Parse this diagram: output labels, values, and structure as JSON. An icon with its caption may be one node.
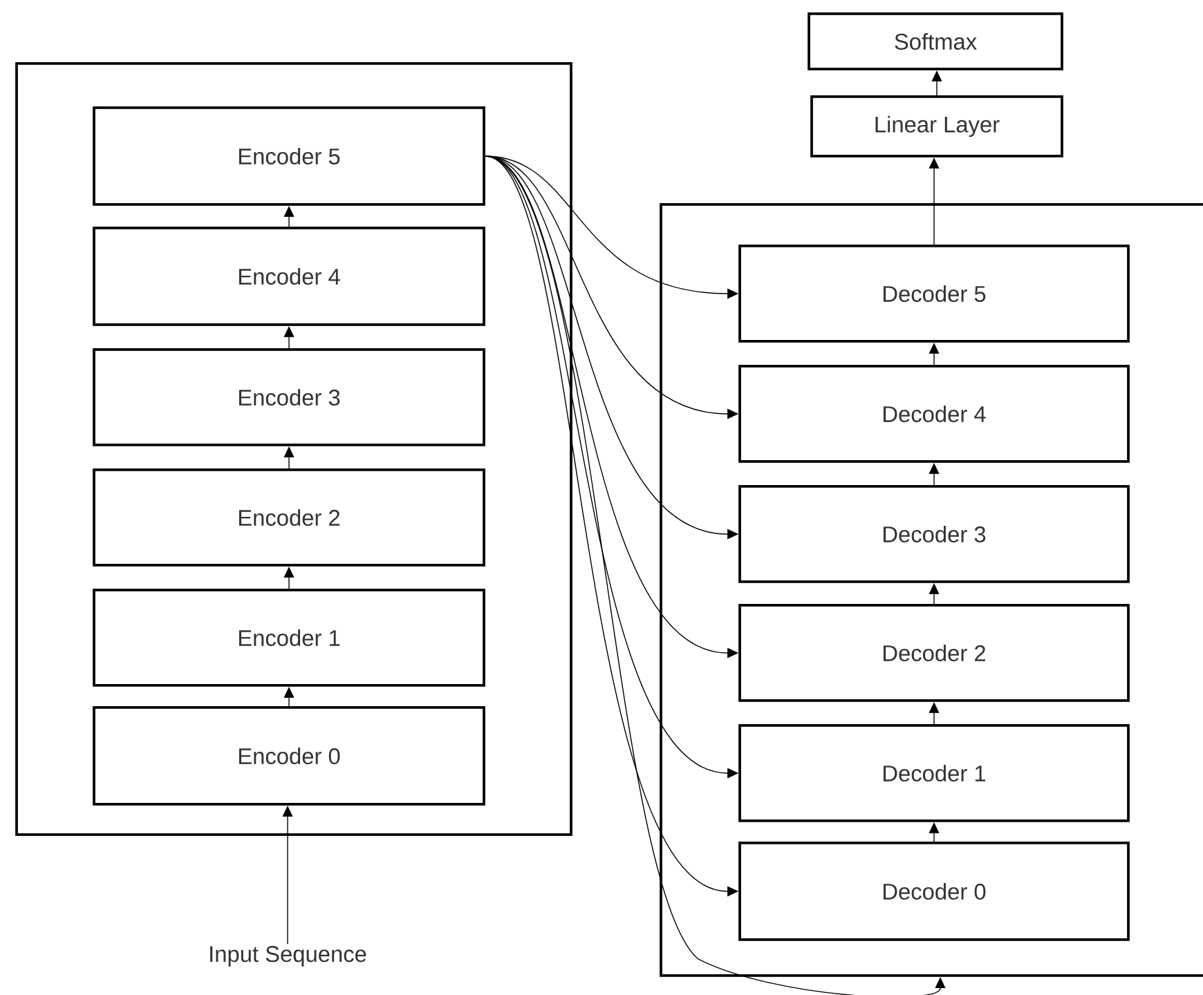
{
  "diagram": {
    "nodes": [
      {
        "text": [],
        "shape": "box"
      },
      {
        "text": [
          "Encoder 5"
        ],
        "in": 0
      },
      {
        "text": [
          "Encoder 4"
        ],
        "in": 0
      },
      {
        "text": [
          "Encoder 3"
        ],
        "in": 0
      },
      {
        "text": [
          "Encoder 2"
        ],
        "in": 0
      },
      {
        "text": [
          "Encoder 1"
        ],
        "in": 0
      },
      {
        "text": [
          "Encoder 0"
        ],
        "in": 0
      },
      {
        "text": [
          "Input Sequence"
        ]
      },
      {
        "text": [
          "Softmax"
        ]
      },
      {
        "text": [
          "Linear Layer"
        ]
      },
      {
        "text": [],
        "shape": "box"
      },
      {
        "text": [
          "Decoder 5"
        ],
        "in": 10
      },
      {
        "text": [
          "Decoder 4"
        ],
        "in": 10
      },
      {
        "text": [
          "Decoder 3"
        ],
        "in": 10
      },
      {
        "text": [
          "Decoder 2"
        ],
        "in": 10
      },
      {
        "text": [
          "Decoder 1"
        ],
        "in": 10
      },
      {
        "text": [
          "Decoder 0"
        ],
        "in": 10
      }
    ],
    "edges": [
      {
        "from": 7,
        "to": 6,
        "arrow": "to"
      },
      {
        "from": 6,
        "to": 5,
        "arrow": "to"
      },
      {
        "from": 5,
        "to": 4,
        "arrow": "to"
      },
      {
        "from": 4,
        "to": 3,
        "arrow": "to"
      },
      {
        "from": 3,
        "to": 2,
        "arrow": "to"
      },
      {
        "from": 2,
        "to": 1,
        "arrow": "to"
      },
      {
        "from": 1,
        "to": 11,
        "arrow": "to"
      },
      {
        "from": 1,
        "to": 12,
        "arrow": "to"
      },
      {
        "from": 1,
        "to": 13,
        "arrow": "to"
      },
      {
        "from": 1,
        "to": 14,
        "arrow": "to"
      },
      {
        "from": 1,
        "to": 15,
        "arrow": "to"
      },
      {
        "from": 1,
        "to": 16,
        "arrow": "to"
      },
      {
        "from": 1,
        "to": 10,
        "arrow": "to"
      },
      {
        "from": 16,
        "to": 15,
        "arrow": "to"
      },
      {
        "from": 15,
        "to": 14,
        "arrow": "to"
      },
      {
        "from": 14,
        "to": 13,
        "arrow": "to"
      },
      {
        "from": 13,
        "to": 12,
        "arrow": "to"
      },
      {
        "from": 12,
        "to": 11,
        "arrow": "to"
      },
      {
        "from": 11,
        "to": 9,
        "arrow": "to"
      },
      {
        "from": 9,
        "to": 8,
        "arrow": "to"
      }
    ]
  }
}
